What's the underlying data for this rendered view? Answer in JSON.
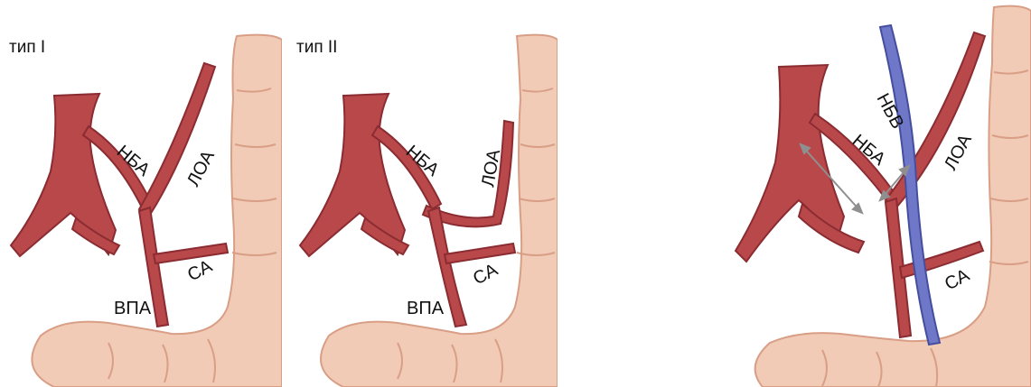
{
  "panels": [
    {
      "label": "тип I",
      "labels": {
        "nba": "НБА",
        "loa": "ЛОА",
        "sa": "СА",
        "vpa": "ВПА"
      }
    },
    {
      "label": "тип II",
      "labels": {
        "nba": "НБА",
        "loa": "ЛОА",
        "sa": "СА",
        "vpa": "ВПА"
      }
    },
    {
      "label": "",
      "labels": {
        "nbv": "НБВ",
        "nba": "НБА",
        "loa": "ЛОА",
        "sa": "СА"
      }
    }
  ],
  "colors": {
    "artery": "#b9484a",
    "artery_dark": "#8a2c31",
    "artery_light": "#d97c78",
    "vein": "#6f77c8",
    "vein_dark": "#454e9e",
    "bowel": "#f1cbb6",
    "bowel_shade": "#d99e86",
    "measure_arrow": "#8f8f8f"
  }
}
